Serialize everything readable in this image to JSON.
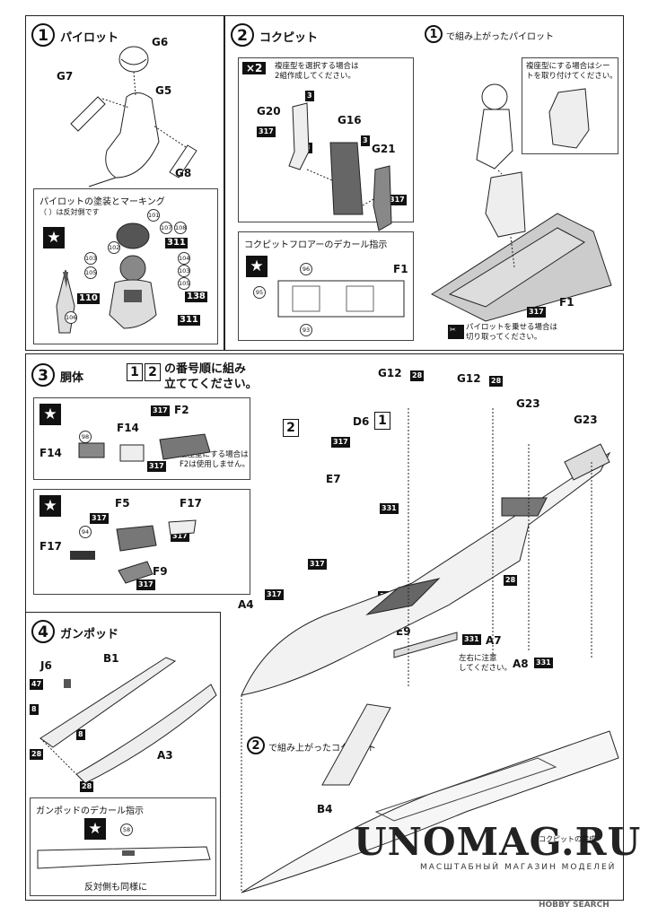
{
  "step1": {
    "num": "1",
    "title": "パイロット",
    "parts": {
      "g6": "G6",
      "g7": "G7",
      "g5": "G5",
      "g8": "G8"
    },
    "painting": {
      "title": "パイロットの塗装とマーキング",
      "note": "（ ）は反対側です",
      "decals": [
        "101",
        "107",
        "108",
        "102",
        "104",
        "103",
        "103",
        "105",
        "105",
        "106"
      ],
      "codes": [
        "311",
        "110",
        "138",
        "311"
      ]
    }
  },
  "step2": {
    "num": "2",
    "title": "コクピット",
    "multiplier": "×2",
    "note_left": "複座型を選択する場合は\n2組作成してください。",
    "parts": {
      "g20": "G20",
      "g16": "G16",
      "g21": "G21",
      "f1": "F1"
    },
    "codes": [
      "3",
      "3",
      "3",
      "317",
      "317",
      "317"
    ],
    "assembled_pilot": "で組み上がったパイロット",
    "note_right": "複座型にする場合はシー\nトを取り付けてください。",
    "pilot_cut": "パイロットを乗せる場合は\n切り取ってください。",
    "floor": {
      "title": "コクピットフロアーのデカール指示",
      "part": "F1",
      "decals": [
        "96",
        "95",
        "93"
      ]
    }
  },
  "step3": {
    "num": "3",
    "title": "胴体",
    "order_note": "の番号順に組み\n立ててください。",
    "sq": [
      "1",
      "2"
    ],
    "sub1": {
      "parts": [
        "F2",
        "F14",
        "F14"
      ],
      "decal": "98",
      "codes": [
        "317",
        "317"
      ],
      "note": "複座型にする場合は\nF2は使用しません。"
    },
    "sub2": {
      "parts": [
        "F5",
        "F17",
        "F17",
        "F9"
      ],
      "decal": "94",
      "codes": [
        "317",
        "317",
        "317"
      ]
    },
    "parts": {
      "g12a": "G12",
      "g12b": "G12",
      "g23a": "G23",
      "g23b": "G23",
      "d6": "D6",
      "e7": "E7",
      "a4": "A4",
      "e9": "E9",
      "a7": "A7",
      "a8": "A8",
      "b4": "B4"
    },
    "codes": [
      "28",
      "28",
      "317",
      "331",
      "317",
      "317",
      "331",
      "28",
      "331",
      "331"
    ],
    "note_lr": "左右に注意\nしてください。",
    "assembled_cockpit": "で組み上がったコクピット"
  },
  "step4": {
    "num": "4",
    "title": "ガンポッド",
    "parts": {
      "j6": "J6",
      "b1": "B1",
      "a3": "A3"
    },
    "codes": [
      "47",
      "8",
      "8",
      "28",
      "28"
    ],
    "decal": {
      "title": "ガンポッドのデカール指示",
      "num": "58",
      "note": "反対側も同様に"
    }
  },
  "watermark": {
    "main": "UNOMAG.RU",
    "sub": "МАСШТАБНЫЙ МАГАЗИН МОДЕЛЕЙ",
    "small": "コクピットの完成"
  },
  "logo": "HOBBY SEARCH"
}
